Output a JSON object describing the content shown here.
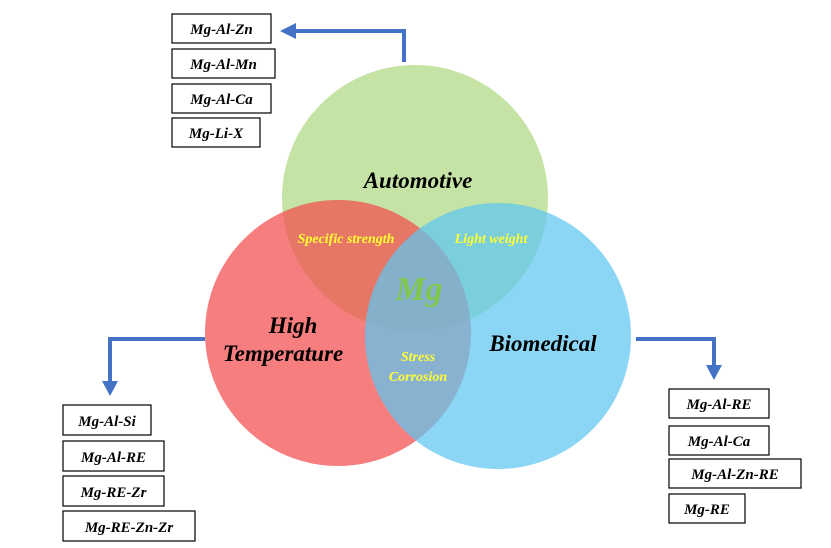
{
  "venn": {
    "automotive": "Automotive",
    "high_temperature_line1": "High",
    "high_temperature_line2": "Temperature",
    "biomedical": "Biomedical",
    "center": "Mg",
    "overlap_auto_temp": "Specific strength",
    "overlap_auto_bio": "Light weight",
    "overlap_temp_bio_line1": "Stress",
    "overlap_temp_bio_line2": "Corrosion"
  },
  "colors": {
    "automotive": "#c5e2a0",
    "high_temperature": "#f46a6a",
    "biomedical": "#74cdf2",
    "overlap_text": "#ffff33",
    "center_text": "#7ec850",
    "arrow": "#4472c4"
  },
  "lists": {
    "automotive": [
      "Mg-Al-Zn",
      "Mg-Al-Mn",
      "Mg-Al-Ca",
      "Mg-Li-X"
    ],
    "high_temperature": [
      "Mg-Al-Si",
      "Mg-Al-RE",
      "Mg-RE-Zr",
      "Mg-RE-Zn-Zr"
    ],
    "biomedical": [
      "Mg-Al-RE",
      "Mg-Al-Ca",
      "Mg-Al-Zn-RE",
      "Mg-RE"
    ]
  }
}
